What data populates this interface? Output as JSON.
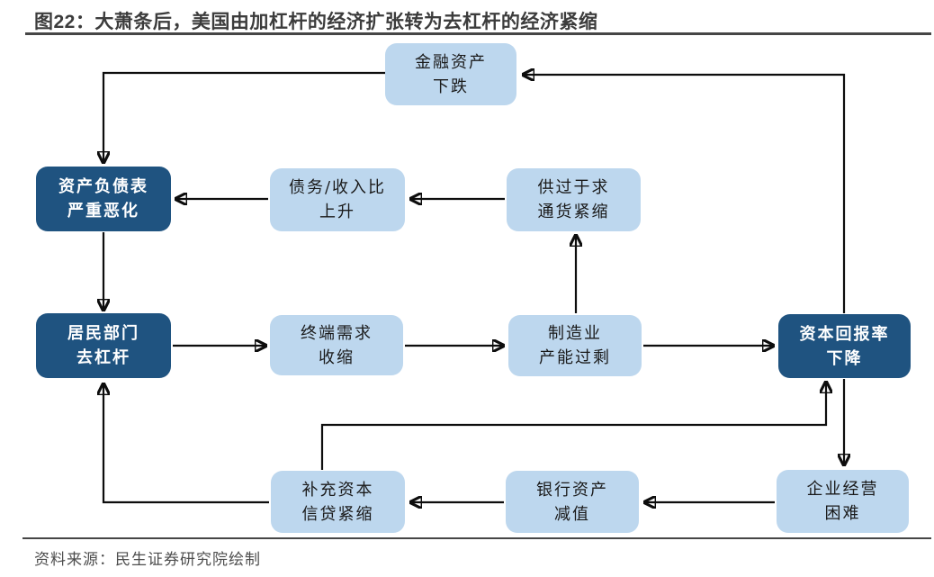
{
  "header": {
    "title": "图22：大萧条后，美国由加杠杆的经济扩张转为去杠杆的经济紧缩"
  },
  "footer": {
    "source": "资料来源：民生证券研究院绘制"
  },
  "colors": {
    "dark_box": "#1F5380",
    "light_box": "#BDD7EE",
    "dark_box_text": "#FFFFFF",
    "light_box_text": "#1A1A1A",
    "arrow": "#0D0D0D",
    "rule": "#464646",
    "title_text": "#3C3C3C",
    "source_text": "#4D4D4D"
  },
  "diagram": {
    "nodes": [
      {
        "id": "financial-assets-fall",
        "label": "金融资产\n下跌",
        "style": "light"
      },
      {
        "id": "balance-sheet-deteriorates",
        "label": "资产负债表\n严重恶化",
        "style": "dark"
      },
      {
        "id": "debt-income-ratio-rises",
        "label": "债务/收入比\n上升",
        "style": "light"
      },
      {
        "id": "oversupply-deflation",
        "label": "供过于求\n通货紧缩",
        "style": "light"
      },
      {
        "id": "household-deleveraging",
        "label": "居民部门\n去杠杆",
        "style": "dark"
      },
      {
        "id": "end-demand-contracts",
        "label": "终端需求\n收缩",
        "style": "light"
      },
      {
        "id": "manufacturing-overcapacity",
        "label": "制造业\n产能过剩",
        "style": "light"
      },
      {
        "id": "capital-return-declines",
        "label": "资本回报率\n下降",
        "style": "dark"
      },
      {
        "id": "capital-replenish-credit-crunch",
        "label": "补充资本\n信贷紧缩",
        "style": "light"
      },
      {
        "id": "bank-asset-impairment",
        "label": "银行资产\n减值",
        "style": "light"
      },
      {
        "id": "business-operating-difficulty",
        "label": "企业经营\n困难",
        "style": "light"
      }
    ],
    "edges": [
      {
        "from": "capital-return-declines",
        "to": "financial-assets-fall"
      },
      {
        "from": "financial-assets-fall",
        "to": "balance-sheet-deteriorates"
      },
      {
        "from": "balance-sheet-deteriorates",
        "to": "household-deleveraging"
      },
      {
        "from": "debt-income-ratio-rises",
        "to": "balance-sheet-deteriorates"
      },
      {
        "from": "oversupply-deflation",
        "to": "debt-income-ratio-rises"
      },
      {
        "from": "manufacturing-overcapacity",
        "to": "oversupply-deflation"
      },
      {
        "from": "household-deleveraging",
        "to": "end-demand-contracts"
      },
      {
        "from": "end-demand-contracts",
        "to": "manufacturing-overcapacity"
      },
      {
        "from": "manufacturing-overcapacity",
        "to": "capital-return-declines"
      },
      {
        "from": "capital-return-declines",
        "to": "business-operating-difficulty"
      },
      {
        "from": "business-operating-difficulty",
        "to": "bank-asset-impairment"
      },
      {
        "from": "bank-asset-impairment",
        "to": "capital-replenish-credit-crunch"
      },
      {
        "from": "capital-replenish-credit-crunch",
        "to": "household-deleveraging"
      },
      {
        "from": "capital-replenish-credit-crunch",
        "to": "capital-return-declines"
      }
    ]
  }
}
